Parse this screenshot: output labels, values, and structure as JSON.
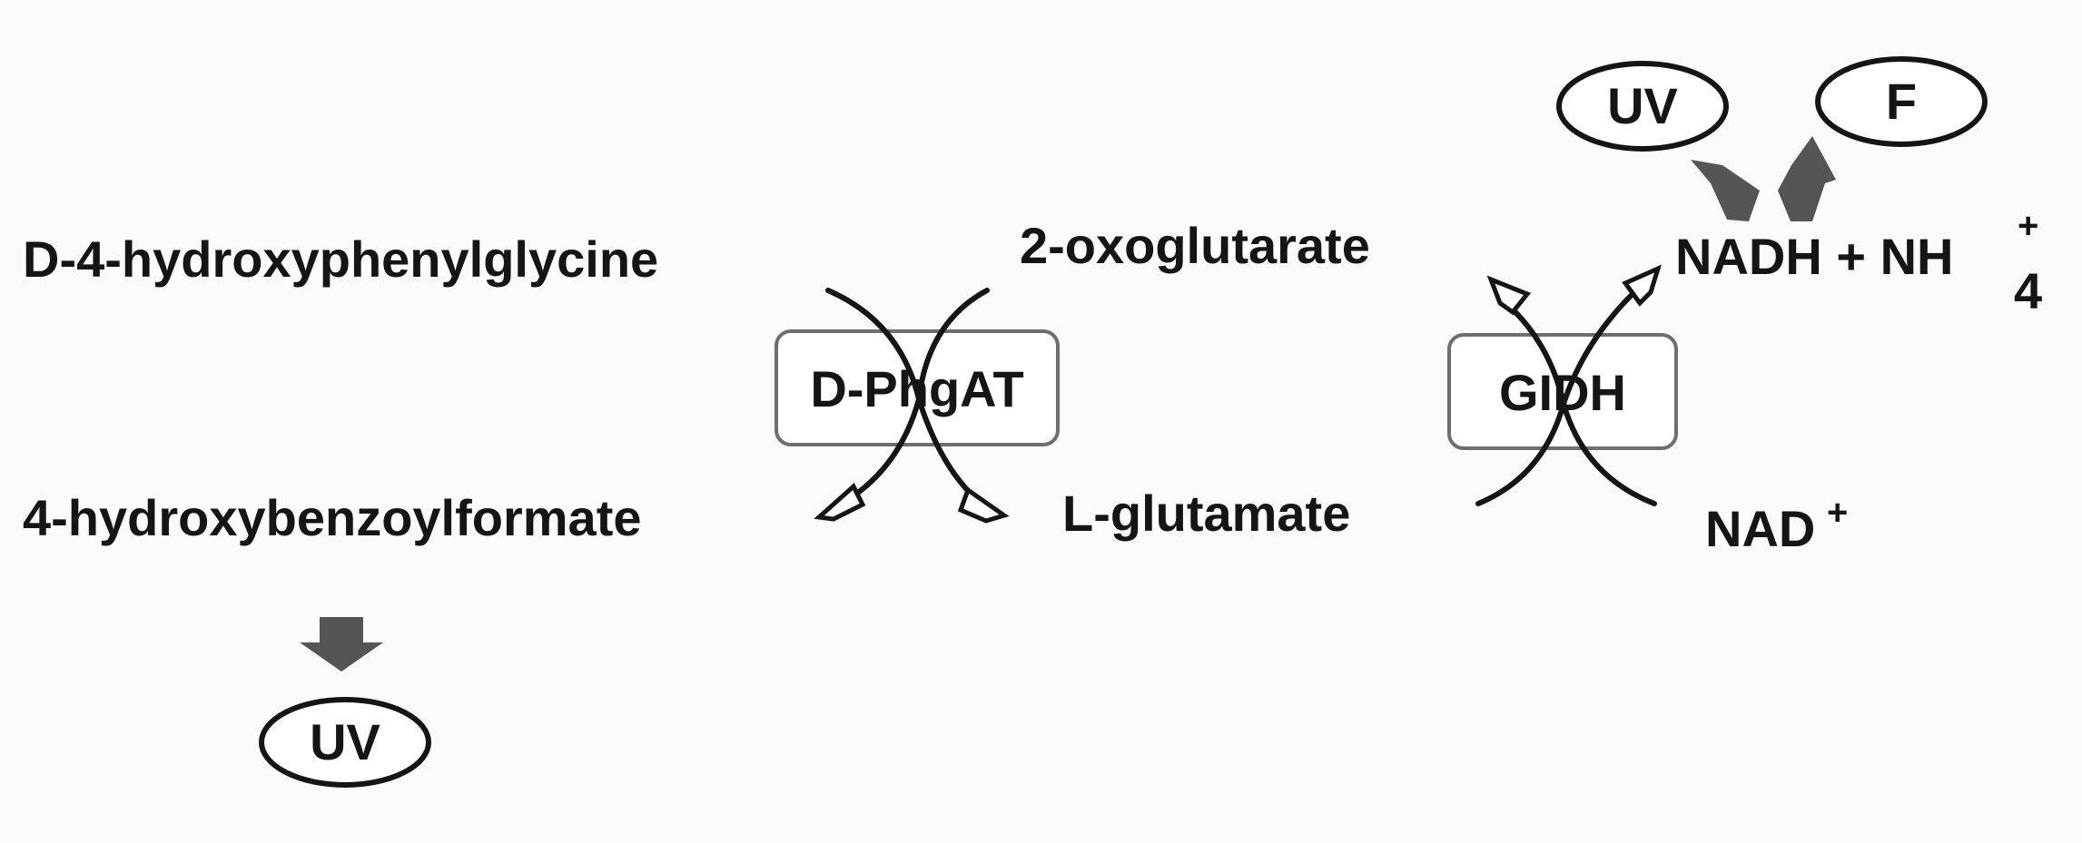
{
  "substrates": {
    "amino_donor": "D-4-hydroxyphenylglycine",
    "keto_product": "4-hydroxybenzoylformate",
    "keto_acceptor": "2-oxoglutarate",
    "amino_product": "L-glutamate"
  },
  "enzymes": {
    "transaminase": "D-PhgAT",
    "dehydrogenase": "GIDH"
  },
  "cofactors": {
    "nadh_plus_nh": "NADH + NH",
    "ammonium_superscript": "+",
    "ammonium_subscript": "4",
    "nad": "NAD",
    "nad_superscript": "+"
  },
  "detection": {
    "uv_top": "UV",
    "fluorescence": "F",
    "uv_bottom": "UV"
  },
  "colors": {
    "text": "#151515",
    "detection_arrow": "#555555",
    "box_border": "#6e6e6e"
  }
}
